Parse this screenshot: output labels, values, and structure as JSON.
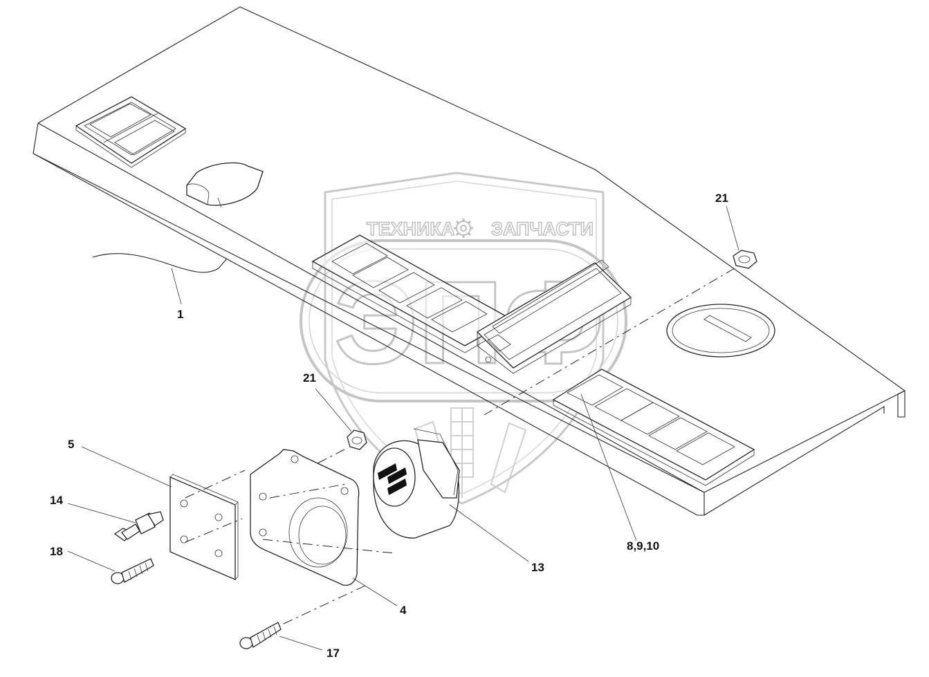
{
  "watermark": {
    "left_text": "ТЕХНИКА",
    "right_text": "ЗАПЧАСТИ",
    "logo_text": "ЭПФ"
  },
  "callouts": [
    {
      "id": "part-1",
      "label": "1"
    },
    {
      "id": "part-21-top",
      "label": "21"
    },
    {
      "id": "part-21-mid",
      "label": "21"
    },
    {
      "id": "part-5",
      "label": "5"
    },
    {
      "id": "part-14",
      "label": "14"
    },
    {
      "id": "part-18",
      "label": "18"
    },
    {
      "id": "part-4",
      "label": "4"
    },
    {
      "id": "part-13",
      "label": "13"
    },
    {
      "id": "part-8-9-10",
      "label": "8,9,10"
    },
    {
      "id": "part-17",
      "label": "17"
    }
  ]
}
